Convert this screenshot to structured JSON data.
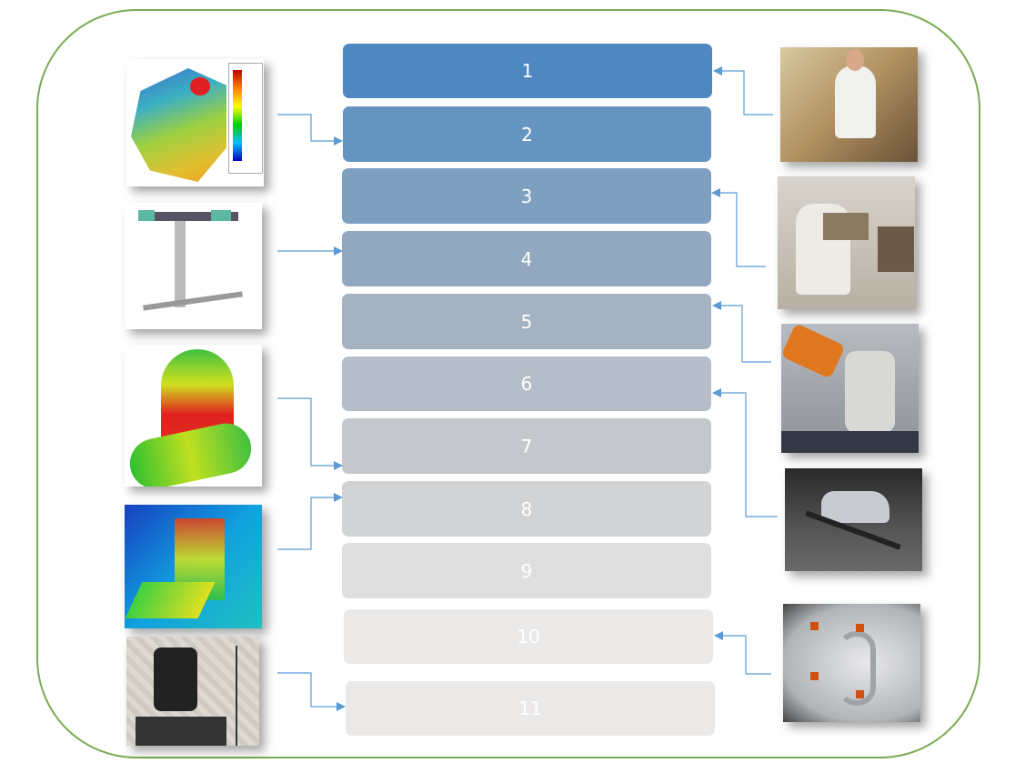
{
  "steps": [
    {
      "label": "1",
      "color": "#4f88c0"
    },
    {
      "label": "2",
      "color": "#6694c0"
    },
    {
      "label": "3",
      "color": "#7d9fc0"
    },
    {
      "label": "4",
      "color": "#91a8c0"
    },
    {
      "label": "5",
      "color": "#a4b2c2"
    },
    {
      "label": "6",
      "color": "#b5bec8"
    },
    {
      "label": "7",
      "color": "#c4c8cc"
    },
    {
      "label": "8",
      "color": "#d2d3d4"
    },
    {
      "label": "9",
      "color": "#dfdfdf"
    },
    {
      "label": "10",
      "color": "#ebe9e8"
    },
    {
      "label": "11",
      "color": "#ebe9e8"
    }
  ],
  "colors": {
    "frame": "#77ab52",
    "arrow": "#5b9bd5"
  }
}
